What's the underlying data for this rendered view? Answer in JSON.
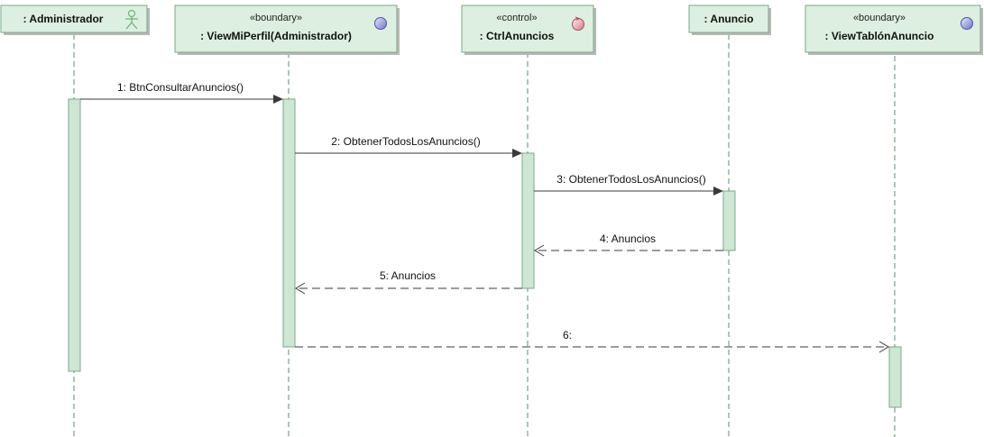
{
  "lifelines": [
    {
      "id": "admin",
      "stereotype": "",
      "name": ": Administrador",
      "icon": "actor-icon"
    },
    {
      "id": "perfil",
      "stereotype": "«boundary»",
      "name": ": ViewMiPerfil(Administrador)",
      "icon": "boundary-icon"
    },
    {
      "id": "ctrl",
      "stereotype": "«control»",
      "name": ": CtrlAnuncios",
      "icon": "control-icon"
    },
    {
      "id": "anuncio",
      "stereotype": "",
      "name": ": Anuncio",
      "icon": ""
    },
    {
      "id": "tablon",
      "stereotype": "«boundary»",
      "name": ": ViewTablónAnuncio",
      "icon": "boundary-icon"
    }
  ],
  "messages": [
    {
      "label": "1: BtnConsultarAnuncios()",
      "from": "admin",
      "to": "perfil",
      "kind": "sync"
    },
    {
      "label": "2: ObtenerTodosLosAnuncios()",
      "from": "perfil",
      "to": "ctrl",
      "kind": "sync"
    },
    {
      "label": "3: ObtenerTodosLosAnuncios()",
      "from": "ctrl",
      "to": "anuncio",
      "kind": "sync"
    },
    {
      "label": "4: Anuncios",
      "from": "anuncio",
      "to": "ctrl",
      "kind": "return"
    },
    {
      "label": "5: Anuncios",
      "from": "ctrl",
      "to": "perfil",
      "kind": "return"
    },
    {
      "label": "6:",
      "from": "perfil",
      "to": "tablon",
      "kind": "return"
    }
  ],
  "colors": {
    "box_fill": "#dcefe0",
    "box_stroke": "#7aa886",
    "lifeline": "#5b8f6a",
    "activation_fill": "#cde7d4",
    "icon_fill": "#8a8fd0",
    "control_icon_fill": "#e8a0a8"
  }
}
